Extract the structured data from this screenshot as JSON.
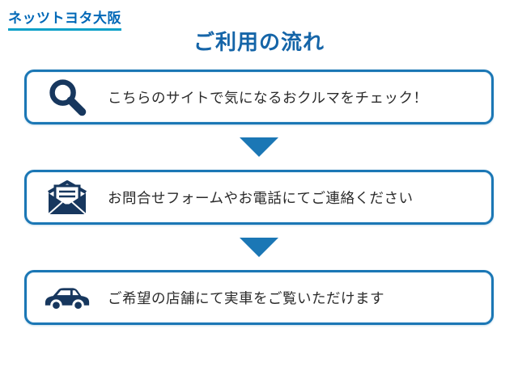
{
  "logo": {
    "text": "ネッツトヨタ大阪"
  },
  "title": "ご利用の流れ",
  "steps": [
    {
      "icon": "magnifier-icon",
      "text": "こちらのサイトで気になるおクルマをチェック！"
    },
    {
      "icon": "envelope-icon",
      "text": "お問合せフォームやお電話にてご連絡ください"
    },
    {
      "icon": "car-icon",
      "text": "ご希望の店舗にて実車をご覧いただけます"
    }
  ],
  "colors": {
    "accent_blue": "#1b77b5",
    "title_blue": "#1565a8",
    "logo_blue": "#0068b7",
    "logo_underline": "#0aa0c8",
    "icon_navy": "#17375e",
    "text_dark": "#2b2b2b"
  }
}
